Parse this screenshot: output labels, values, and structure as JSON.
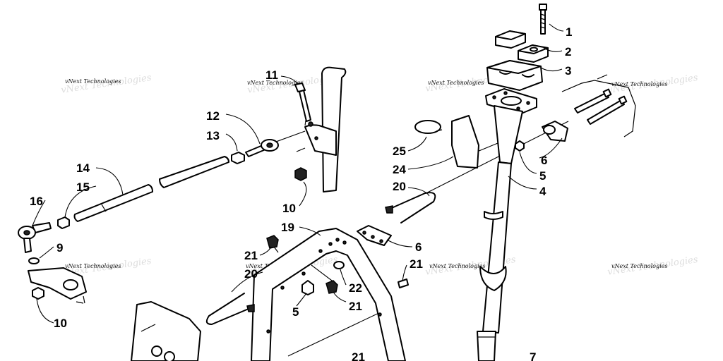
{
  "watermark": "vNext Technologies",
  "callouts": [
    {
      "id": "c1",
      "label": "1"
    },
    {
      "id": "c2",
      "label": "2"
    },
    {
      "id": "c3",
      "label": "3"
    },
    {
      "id": "c4",
      "label": "4"
    },
    {
      "id": "c5a",
      "label": "5"
    },
    {
      "id": "c5b",
      "label": "5"
    },
    {
      "id": "c6a",
      "label": "6"
    },
    {
      "id": "c6b",
      "label": "6"
    },
    {
      "id": "c9",
      "label": "9"
    },
    {
      "id": "c10a",
      "label": "10"
    },
    {
      "id": "c10b",
      "label": "10"
    },
    {
      "id": "c11",
      "label": "11"
    },
    {
      "id": "c12",
      "label": "12"
    },
    {
      "id": "c13",
      "label": "13"
    },
    {
      "id": "c14",
      "label": "14"
    },
    {
      "id": "c15",
      "label": "15"
    },
    {
      "id": "c16",
      "label": "16"
    },
    {
      "id": "c19",
      "label": "19"
    },
    {
      "id": "c20a",
      "label": "20"
    },
    {
      "id": "c20b",
      "label": "20"
    },
    {
      "id": "c21a",
      "label": "21"
    },
    {
      "id": "c21b",
      "label": "21"
    },
    {
      "id": "c21c",
      "label": "21"
    },
    {
      "id": "c21d",
      "label": "21"
    },
    {
      "id": "c22",
      "label": "22"
    },
    {
      "id": "c24",
      "label": "24"
    },
    {
      "id": "c25",
      "label": "25"
    },
    {
      "id": "c7",
      "label": "7"
    }
  ]
}
